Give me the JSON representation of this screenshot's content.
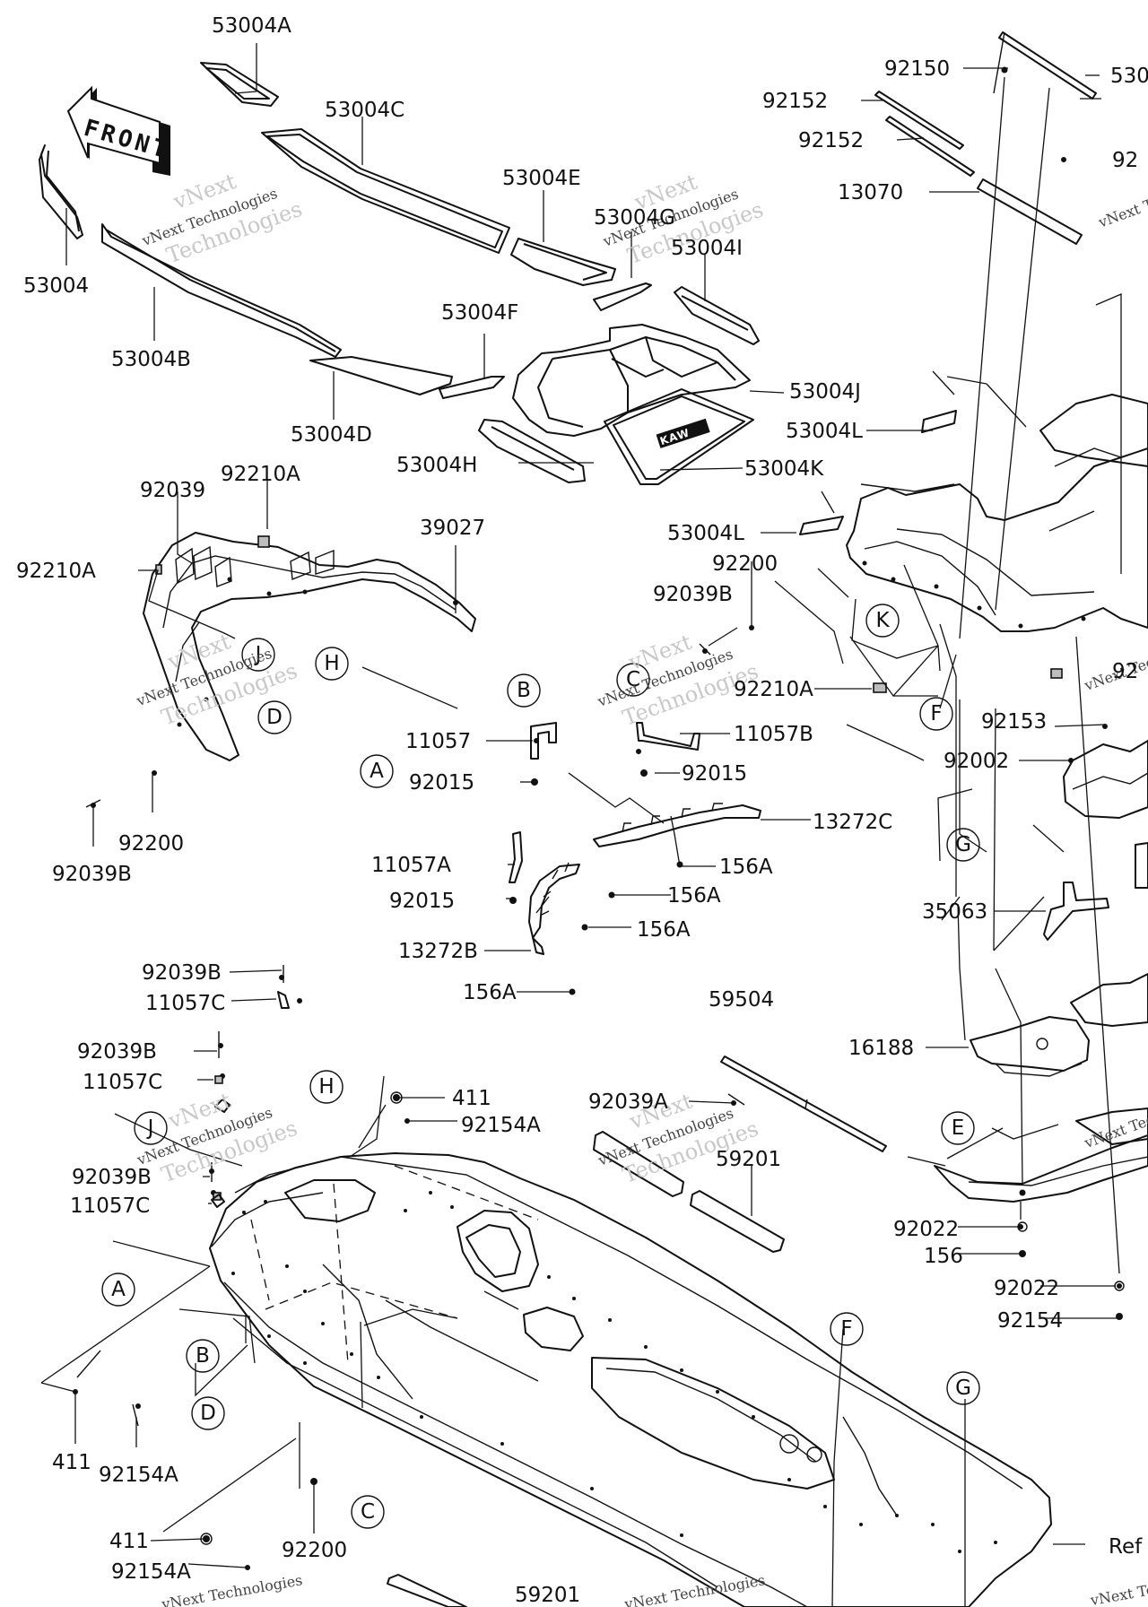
{
  "front_arrow": "FRONT",
  "watermark": {
    "line1": "vNext",
    "line2": "vNext Technologies",
    "line3": "Technologies"
  },
  "part_labels": {
    "p53004a": "53004A",
    "p53004c": "53004C",
    "p53004e": "53004E",
    "p53004g": "53004G",
    "p53004i": "53004I",
    "p53004": "53004",
    "p53004b": "53004B",
    "p53004f": "53004F",
    "p53004d": "53004D",
    "p53004j": "53004J",
    "p53004l_top": "53004L",
    "p53004h": "53004H",
    "p53004k": "53004K",
    "p53004l_mid": "53004L",
    "p92150": "92150",
    "p530_cut": "530",
    "p92152_a": "92152",
    "p92152_b": "92152",
    "p92_cut": "92",
    "p13070": "13070",
    "p92039": "92039",
    "p92210a_top": "92210A",
    "p39027": "39027",
    "p92210a_left": "92210A",
    "p92200_right": "92200",
    "p92039b_right": "92039B",
    "p92210a_mid": "92210A",
    "p11057": "11057",
    "p92015_a": "92015",
    "p11057b": "11057B",
    "p92015_b": "92015",
    "p13272c": "13272C",
    "p156a_1": "156A",
    "p11057a": "11057A",
    "p156a_2": "156A",
    "p92015_c": "92015",
    "p156a_3": "156A",
    "p13272b": "13272B",
    "p156a_4": "156A",
    "p92200_left": "92200",
    "p92039b_left": "92039B",
    "p92153": "92153",
    "p92002": "92002",
    "p92_cut2": "92",
    "p35063": "35063",
    "p92039b_s1": "92039B",
    "p11057c_1": "11057C",
    "p92039b_s2": "92039B",
    "p11057c_2": "11057C",
    "p92039b_s3": "92039B",
    "p11057c_3": "11057C",
    "p59504": "59504",
    "p16188": "16188",
    "p411_a": "411",
    "p92154a_a": "92154A",
    "p92039a": "92039A",
    "p59201_a": "59201",
    "p92022_a": "92022",
    "p156": "156",
    "p92022_b": "92022",
    "p92154": "92154",
    "p411_b": "411",
    "p92154a_b": "92154A",
    "p411_c": "411",
    "p92154a_c": "92154A",
    "p92200_bottom": "92200",
    "p59201_b": "59201",
    "p_ref_cut": "Ref"
  },
  "callouts": {
    "j_top": "J",
    "h_top": "H",
    "d_top": "D",
    "b_mid": "B",
    "a_mid": "A",
    "c_mid": "C",
    "k": "K",
    "f_top": "F",
    "g_mid": "G",
    "e": "E",
    "h_low": "H",
    "j_low": "J",
    "a_low": "A",
    "b_low": "B",
    "d_low": "D",
    "c_low": "C",
    "f_low": "F",
    "g_low": "G"
  }
}
